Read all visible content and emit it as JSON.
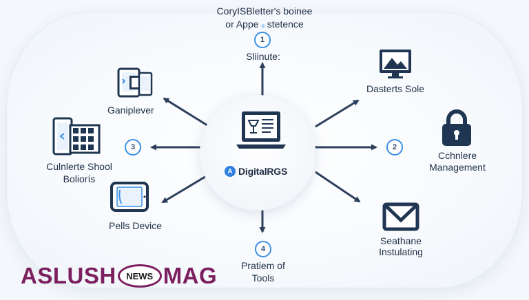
{
  "title": {
    "line1": "CoryISBletter's boinee",
    "line2": "or Appe",
    "line2_small": "ɑ",
    "line2_end": "stetence"
  },
  "hub": {
    "brand": "DigitalRGS",
    "badge": "A"
  },
  "nodes": {
    "top": {
      "number": "1",
      "label": "Sliinute:"
    },
    "top_left": {
      "label": "Ganiplever"
    },
    "left": {
      "number": "3",
      "label_line1": "Culnlerte Shool",
      "label_line2": "Boliorís"
    },
    "bottom_left": {
      "label": "Pells Device"
    },
    "bottom": {
      "number": "4",
      "label_line1": "Pratiem of",
      "label_line2": "Tools"
    },
    "top_right": {
      "label": "Dasterts Sole"
    },
    "right": {
      "number": "2",
      "label_line1": "Cchnlere",
      "label_line2": "Management"
    },
    "bottom_right": {
      "label_line1": "Seathane",
      "label_line2": "Instulating"
    }
  },
  "watermark": {
    "left": "ASLUSH",
    "middle": "NEWS",
    "right": "MAG"
  },
  "colors": {
    "navy": "#1f3552",
    "accent_blue": "#3a8fe6",
    "watermark": "#7b1f5e"
  }
}
